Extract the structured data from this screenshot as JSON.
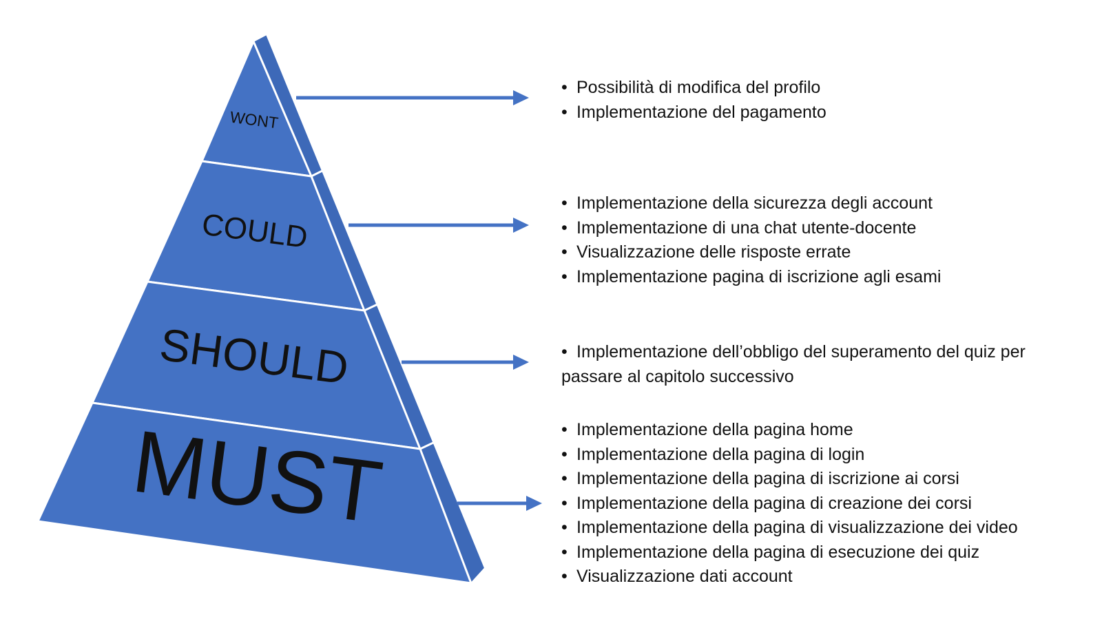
{
  "tiers": {
    "wont": {
      "label": "WONT",
      "items": [
        "Possibilità di modifica del profilo",
        "Implementazione del pagamento"
      ]
    },
    "could": {
      "label": "COULD",
      "items": [
        "Implementazione della sicurezza degli account",
        "Implementazione di una chat utente-docente",
        "Visualizzazione delle risposte errate",
        "Implementazione pagina di iscrizione agli esami"
      ]
    },
    "should": {
      "label": "SHOULD",
      "items": [
        "Implementazione dell’obbligo del superamento del quiz per passare al capitolo successivo"
      ]
    },
    "must": {
      "label": "MUST",
      "items": [
        "Implementazione della pagina home",
        "Implementazione della pagina di login",
        "Implementazione della pagina di iscrizione ai corsi",
        "Implementazione della pagina di creazione dei corsi",
        "Implementazione della pagina di visualizzazione dei video",
        "Implementazione della pagina di esecuzione dei quiz",
        "Visualizzazione dati account"
      ]
    }
  },
  "colors": {
    "front": "#4472c4",
    "side": "#3d69b8",
    "arrow": "#4472c4",
    "divider": "#ffffff",
    "text": "#111111"
  },
  "bullet_symbol": "•"
}
